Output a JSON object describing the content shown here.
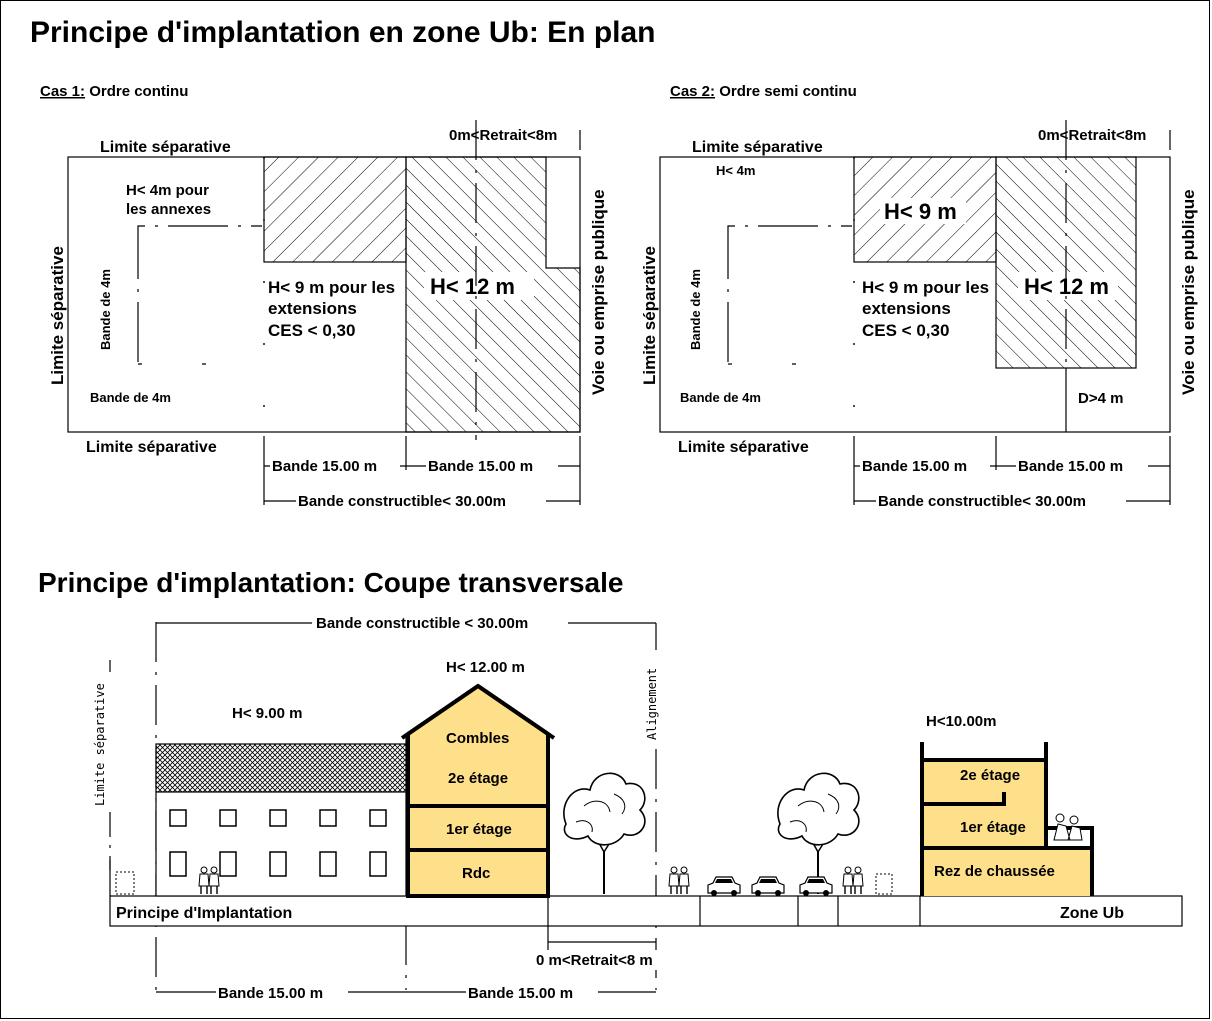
{
  "title_plan": "Principe d'implantation en zone Ub: En plan",
  "title_coupe": "Principe d'implantation: Coupe transversale",
  "cas1": {
    "prefix": "Cas 1:",
    "label": "Ordre continu",
    "limite_top": "Limite séparative",
    "limite_bottom": "Limite séparative",
    "limite_left": "Limite séparative",
    "voie": "Voie ou emprise publique",
    "retrait": "0m<Retrait<8m",
    "annexes_1": "H< 4m pour",
    "annexes_2": "les annexes",
    "bande4_v": "Bande de 4m",
    "bande4_h": "Bande de 4m",
    "ext_1": "H< 9 m pour les",
    "ext_2": "extensions",
    "ces": "CES < 0,30",
    "h12": "H< 12 m",
    "bande15a": "Bande 15.00 m",
    "bande15b": "Bande 15.00 m",
    "constructible": "Bande constructible< 30.00m"
  },
  "cas2": {
    "prefix": "Cas 2:",
    "label": "Ordre semi continu",
    "limite_top": "Limite séparative",
    "limite_bottom": "Limite séparative",
    "limite_left": "Limite séparative",
    "voie": "Voie ou emprise publique",
    "retrait": "0m<Retrait<8m",
    "h4": "H< 4m",
    "h9": "H< 9 m",
    "bande4_v": "Bande de 4m",
    "bande4_h": "Bande de 4m",
    "ext_1": "H< 9 m pour les",
    "ext_2": "extensions",
    "ces": "CES < 0,30",
    "h12": "H< 12 m",
    "d4": "D>4 m",
    "bande15a": "Bande 15.00 m",
    "bande15b": "Bande 15.00 m",
    "constructible": "Bande constructible< 30.00m"
  },
  "coupe": {
    "constructible": "Bande constructible < 30.00m",
    "limite_sep": "Limite séparative",
    "alignement": "Alignement",
    "h9": "H< 9.00 m",
    "h12": "H< 12.00 m",
    "h10": "H<10.00m",
    "combles": "Combles",
    "etage2": "2e étage",
    "etage1": "1er étage",
    "rdc": "Rdc",
    "etage2_b": "2e étage",
    "etage1_b": "1er étage",
    "rez": "Rez de chaussée",
    "principe": "Principe d'Implantation",
    "zone": "Zone Ub",
    "retrait": "0 m<Retrait<8 m",
    "bande15a": "Bande 15.00 m",
    "bande15b": "Bande 15.00 m"
  },
  "colors": {
    "building": "#ffe08a",
    "ink": "#000000"
  }
}
